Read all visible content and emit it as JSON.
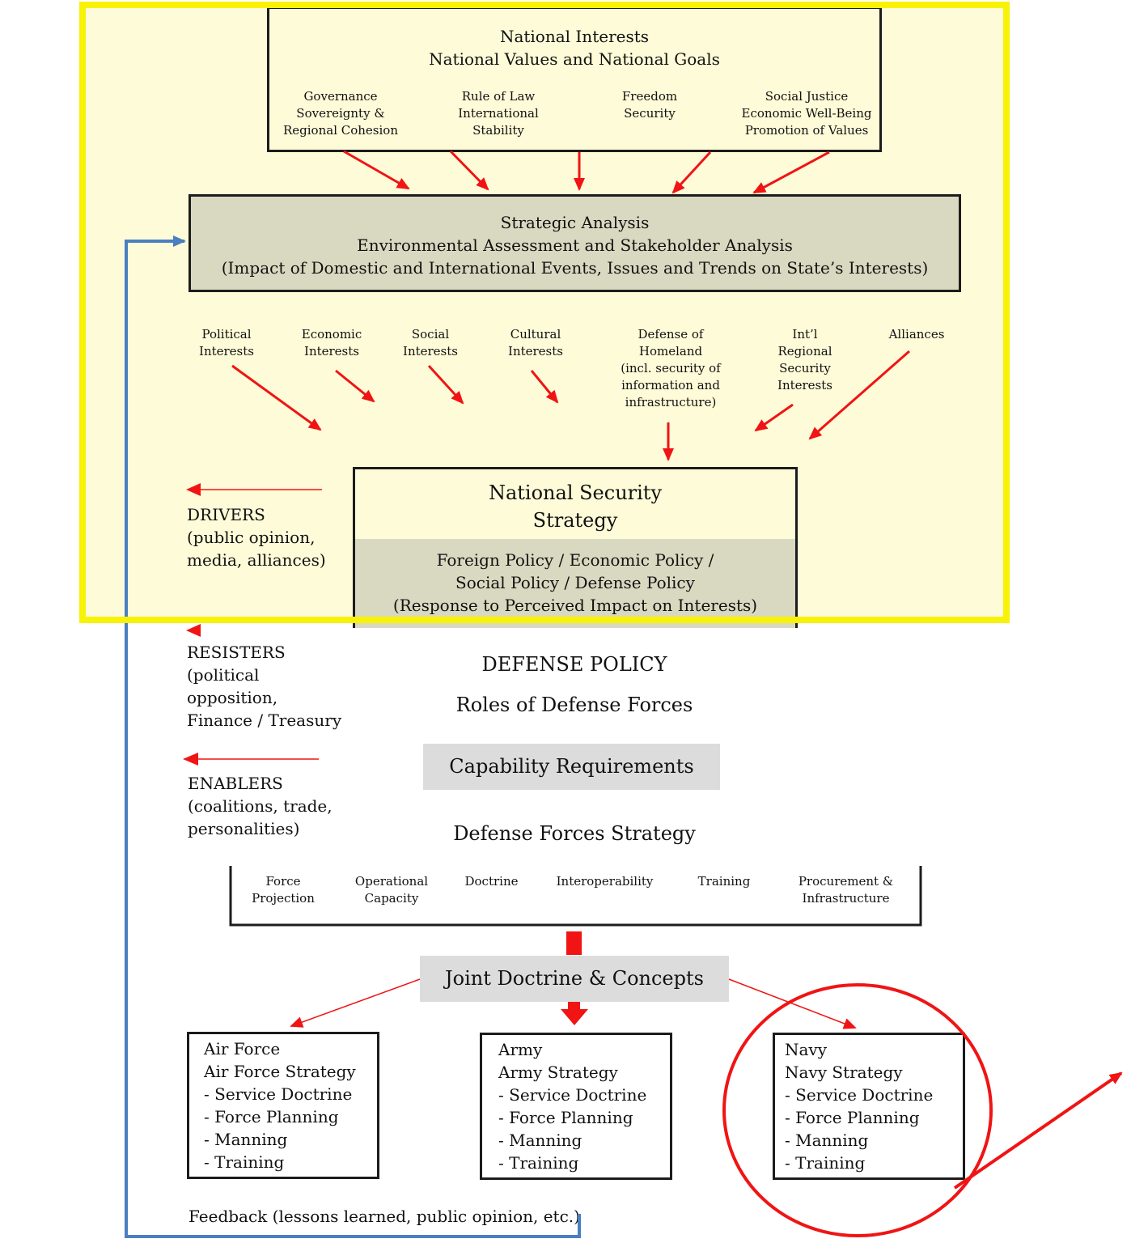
{
  "national_interests": {
    "title_line1": "National Interests",
    "title_line2": "National Values and National Goals",
    "items": [
      {
        "l1": "Governance",
        "l2": "Sovereignty &",
        "l3": "Regional Cohesion"
      },
      {
        "l1": "Rule of Law",
        "l2": "International",
        "l3": "Stability"
      },
      {
        "l1": "Freedom",
        "l2": "Security",
        "l3": ""
      },
      {
        "l1": "Social Justice",
        "l2": "Economic Well-Being",
        "l3": "Promotion of Values"
      }
    ]
  },
  "strategic_analysis": {
    "line1": "Strategic Analysis",
    "line2": "Environmental Assessment and Stakeholder Analysis",
    "line3": "(Impact of Domestic and International Events, Issues and Trends on State’s Interests)"
  },
  "interests": [
    {
      "l1": "Political",
      "l2": "Interests"
    },
    {
      "l1": "Economic",
      "l2": "Interests"
    },
    {
      "l1": "Social",
      "l2": "Interests"
    },
    {
      "l1": "Cultural",
      "l2": "Interests"
    },
    {
      "l1": "Defense of",
      "l2": "Homeland",
      "l3": "(incl. security of",
      "l4": "information and",
      "l5": "infrastructure)"
    },
    {
      "l1": "Int’l",
      "l2": "Regional",
      "l3": "Security",
      "l4": "Interests"
    },
    {
      "l1": "Alliances"
    }
  ],
  "nss": {
    "title_line1": "National Security",
    "title_line2": "Strategy",
    "sub_line1": "Foreign Policy / Economic Policy /",
    "sub_line2": "Social Policy / Defense Policy",
    "sub_line3": "(Response to Perceived Impact on Interests)"
  },
  "side_factors": {
    "drivers": {
      "l1": "DRIVERS",
      "l2": "(public opinion,",
      "l3": "media, alliances)"
    },
    "resisters": {
      "l1": "RESISTERS",
      "l2": "(political",
      "l3": "opposition,",
      "l4": "Finance / Treasury"
    },
    "enablers": {
      "l1": "ENABLERS",
      "l2": "(coalitions, trade,",
      "l3": "personalities)"
    }
  },
  "defense_policy": "DEFENSE POLICY",
  "roles": "Roles of Defense Forces",
  "capability": "Capability Requirements",
  "dfs": "Defense Forces Strategy",
  "dfs_items": [
    {
      "l1": "Force",
      "l2": "Projection"
    },
    {
      "l1": "Operational",
      "l2": "Capacity"
    },
    {
      "l1": "Doctrine"
    },
    {
      "l1": "Interoperability"
    },
    {
      "l1": "Training"
    },
    {
      "l1": "Procurement &",
      "l2": "Infrastructure"
    }
  ],
  "joint": "Joint Doctrine & Concepts",
  "services": [
    {
      "name": "Air Force",
      "strategy": "Air Force Strategy",
      "items": [
        "- Service Doctrine",
        "- Force Planning",
        "- Manning",
        "- Training"
      ]
    },
    {
      "name": "Army",
      "strategy": "Army Strategy",
      "items": [
        "- Service Doctrine",
        "- Force Planning",
        "- Manning",
        "- Training"
      ]
    },
    {
      "name": "Navy",
      "strategy": "Navy Strategy",
      "items": [
        "- Service Doctrine",
        "- Force Planning",
        "- Manning",
        "- Training"
      ]
    }
  ],
  "feedback": "Feedback (lessons learned, public opinion, etc.)",
  "colors": {
    "highlight_yellow": "#f8f207",
    "panel_yellow": "#fefbd8",
    "box_grey": "#d9d9c1",
    "arrow_red": "#f01414",
    "feedback_blue": "#4a7fc1"
  }
}
